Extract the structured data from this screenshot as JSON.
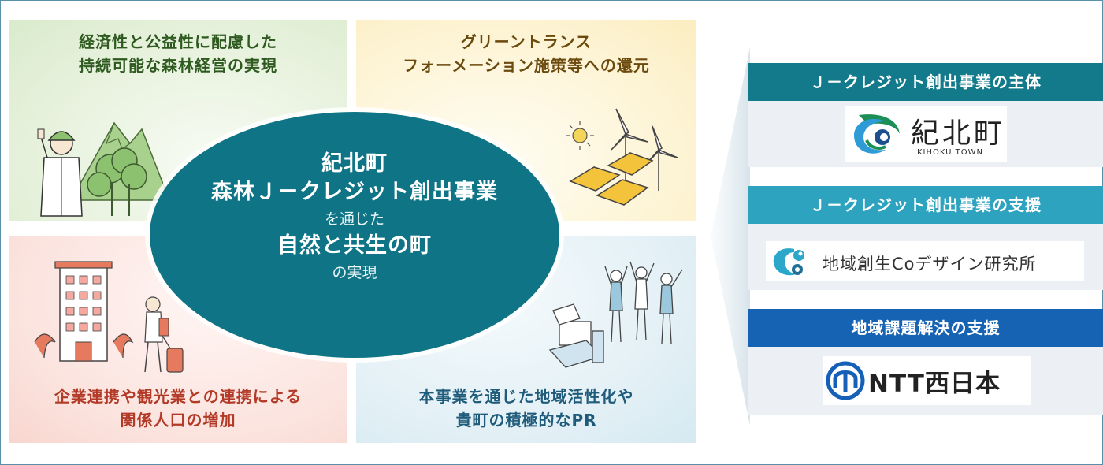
{
  "center": {
    "line1": "紀北町",
    "line2": "森林Ｊ－クレジット創出事業",
    "line3": "を通じた",
    "line4": "自然と共生の町",
    "line5": "の実現"
  },
  "quadrants": {
    "top_left": {
      "line1": "経済性と公益性に配慮した",
      "line2": "持続可能な森林経営の実現"
    },
    "top_right": {
      "line1": "グリーントランス",
      "line2": "フォーメーション施策等への還元"
    },
    "bottom_left": {
      "line1": "企業連携や観光業との連携による",
      "line2": "関係人口の増加"
    },
    "bottom_right": {
      "line1": "本事業を通じた地域活性化や",
      "line2": "貴町の積極的なPR"
    }
  },
  "panels": [
    {
      "heading": "Ｊ－クレジット創出事業の主体",
      "color": "#127a8a",
      "logo_text": "紀北町",
      "logo_sub": "KIHOKU TOWN"
    },
    {
      "heading": "Ｊ－クレジット創出事業の支援",
      "color": "#2ea3c0",
      "logo_text": "地域創生Coデザイン研究所"
    },
    {
      "heading": "地域課題解決の支援",
      "color": "#1763b3",
      "logo_text": "NTT西日本"
    }
  ],
  "colors": {
    "ellipse": "#0f7485",
    "frame": "#5a8fa8"
  },
  "icons": [
    "hiker-mountain-illustration",
    "solar-wind-illustration",
    "hotel-traveler-illustration",
    "office-people-illustration",
    "kihoku-logo-icon",
    "codesign-logo-icon",
    "ntt-logo-icon"
  ]
}
